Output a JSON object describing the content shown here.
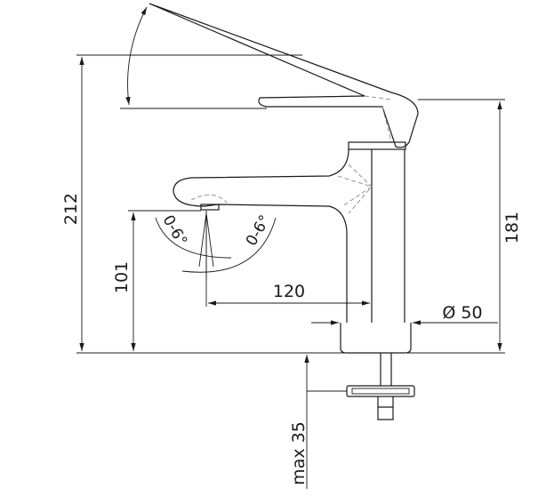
{
  "drawing": {
    "dimensions": {
      "total_height": "212",
      "handle_height": "181",
      "outlet_height": "101",
      "projection": "120",
      "base_diameter": "Ø 50",
      "max_deck_thickness": "max 35",
      "spout_angle_left": "0-6°",
      "spout_angle_right": "0-6°"
    }
  }
}
